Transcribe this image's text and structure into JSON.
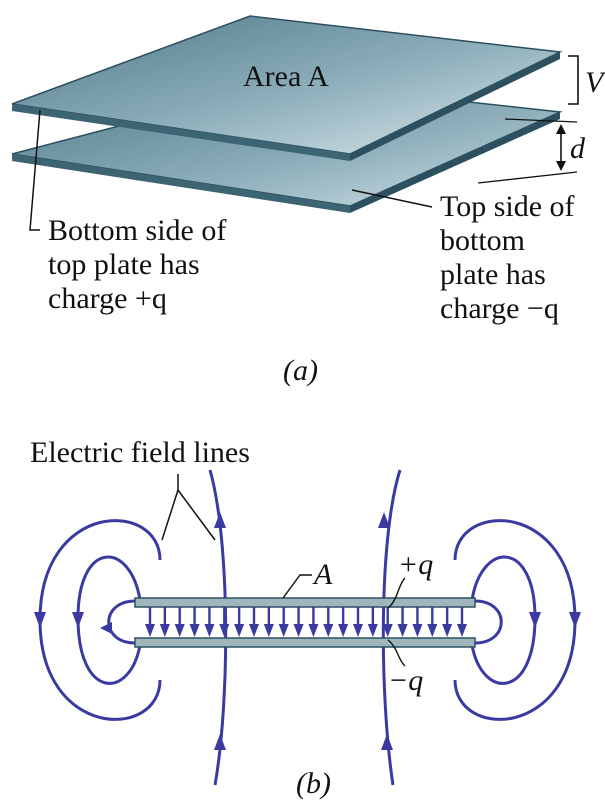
{
  "panel_a": {
    "area_label": "Area A",
    "voltage_label": "V",
    "separation_label": "d",
    "top_plate_note": [
      "Bottom side of",
      "top plate has",
      "charge +q"
    ],
    "bottom_plate_note": [
      "Top side of",
      "bottom",
      "plate has",
      "charge −q"
    ],
    "caption": "(a)"
  },
  "panel_b": {
    "field_lines_label": "Electric field lines",
    "area_label": "A",
    "plus_charge_label": "+q",
    "minus_charge_label": "−q",
    "caption": "(b)"
  },
  "colors": {
    "plate_light": "#c9d9e0",
    "plate_dark": "#5d8593",
    "plate_edge": "#2c5060",
    "field_line": "#3a3aa0",
    "plate_b_fill": "#9fb6bc"
  }
}
